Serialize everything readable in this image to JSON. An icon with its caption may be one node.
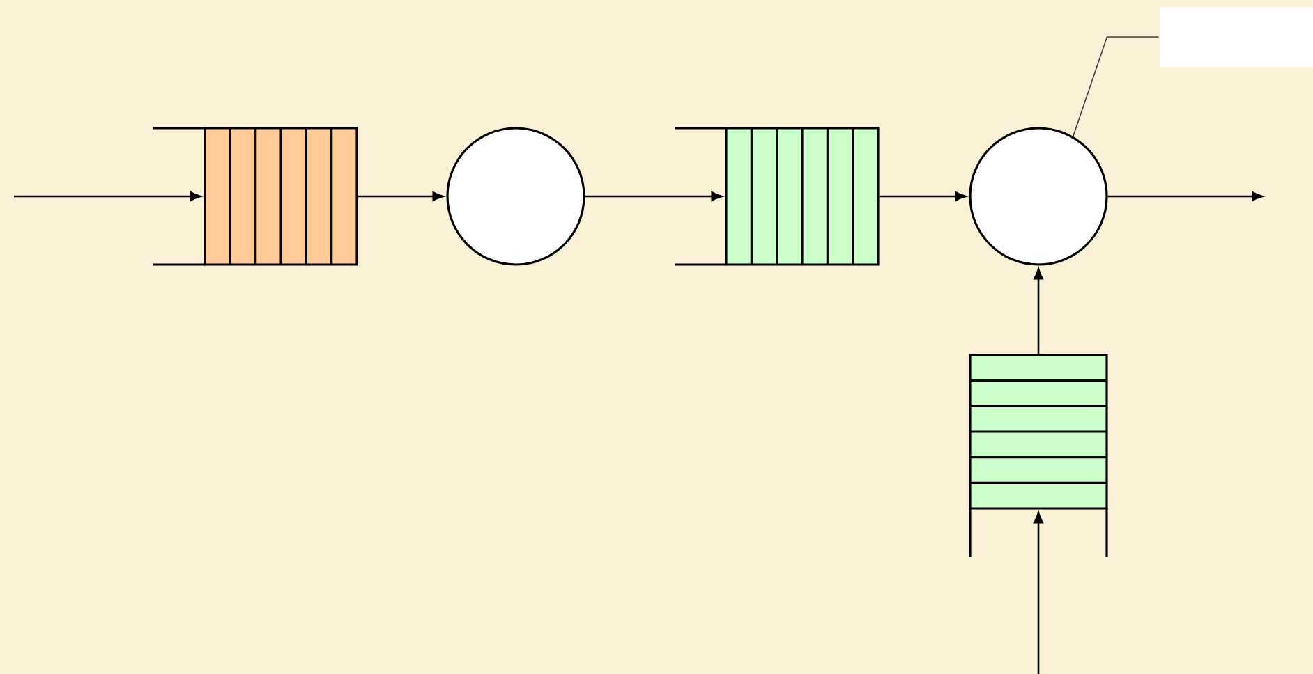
{
  "diagram": {
    "nodes": [
      {
        "text": [],
        "shape": "box"
      },
      {
        "text": [],
        "shape": "circle"
      },
      {
        "text": [],
        "shape": "box"
      },
      {
        "text": [],
        "shape": "circle"
      },
      {
        "text": [],
        "shape": "box"
      },
      {
        "text": [],
        "shape": "box"
      }
    ],
    "edges": [
      {
        "from": null,
        "to": 0,
        "arrow": "to"
      },
      {
        "from": 0,
        "to": 1,
        "arrow": "to"
      },
      {
        "from": 1,
        "to": 2,
        "arrow": "to"
      },
      {
        "from": 2,
        "to": 3,
        "arrow": "to"
      },
      {
        "from": 3,
        "to": null,
        "arrow": "to"
      },
      {
        "from": 4,
        "to": 3,
        "arrow": "to"
      },
      {
        "from": null,
        "to": 4,
        "arrow": "to"
      },
      {
        "from": 5,
        "to": 3,
        "arrow": "none"
      }
    ]
  }
}
